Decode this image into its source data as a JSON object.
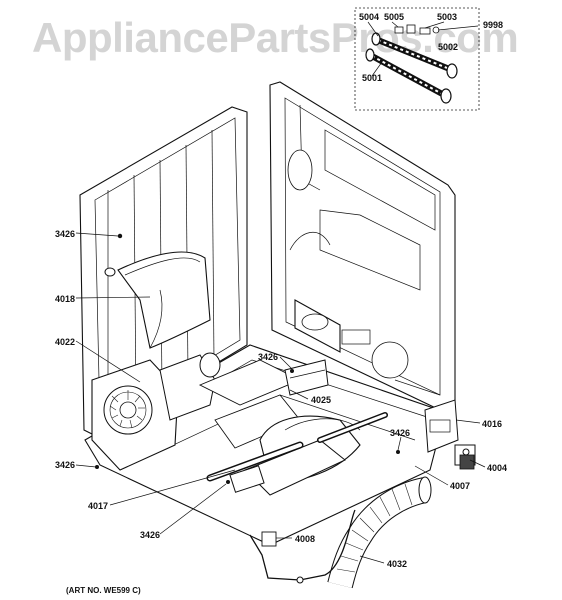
{
  "watermark": "AppliancePartsPros.com",
  "art_number": "(ART NO. WE599 C)",
  "inset": {
    "labels": [
      "5004",
      "5005",
      "5003",
      "9998",
      "5002",
      "5001"
    ]
  },
  "callouts": {
    "c3426_a": "3426",
    "c4018": "4018",
    "c4022": "4022",
    "c3426_b": "3426",
    "c4025": "4025",
    "c4016": "4016",
    "c3426_c": "3426",
    "c4004": "4004",
    "c3426_d": "3426",
    "c4007": "4007",
    "c4017": "4017",
    "c3426_e": "3426",
    "c4008": "4008",
    "c4032": "4032"
  }
}
